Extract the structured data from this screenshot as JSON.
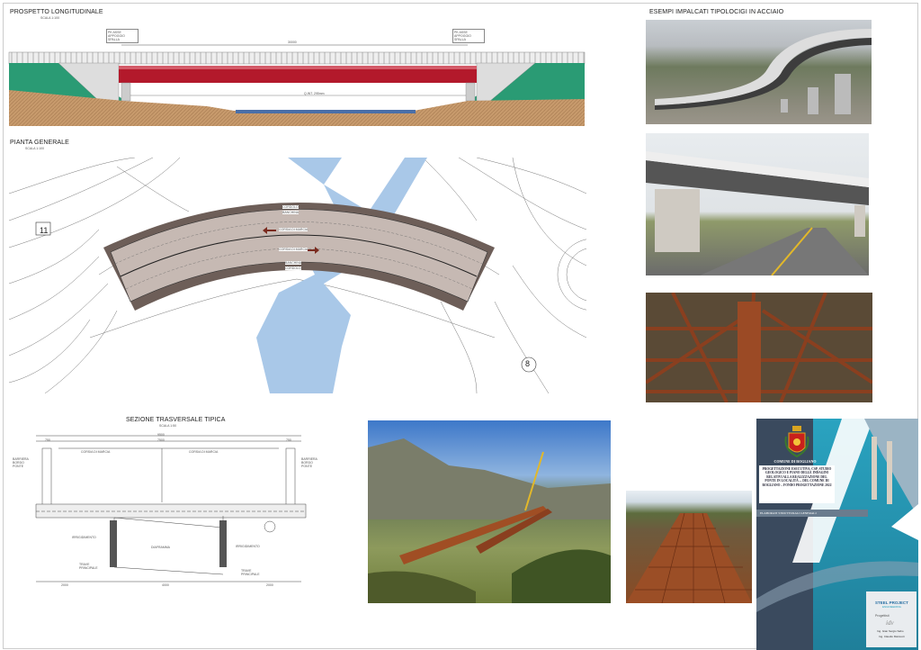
{
  "prospetto": {
    "title": "PROSPETTO LONGITUDINALE",
    "scale": "SCALA 1:100",
    "span_label": "30000",
    "left_tag": "PK ASSE APPOGGIO SPALLA",
    "right_tag": "PK ASSE APPOGGIO SPALLA",
    "clearance": "Q.INT. 295mm"
  },
  "pianta": {
    "title": "PIANTA GENERALE",
    "scale": "SCALA 1:100",
    "section_left": "11",
    "section_right": "8",
    "lane_1": "CORSIA DI MARCIA",
    "lane_2": "CORSIA DI MARCIA",
    "curb_top": "CORDOLO",
    "curb_bottom": "CORDOLO",
    "shoulder_top": "BANCHINA",
    "shoulder_bottom": "BANCHINA"
  },
  "sezione": {
    "title": "SEZIONE TRASVERSALE TIPICA",
    "scale": "SCALA 1:50",
    "total_width": "9500",
    "inner_width": "7500",
    "side_left": "750",
    "side_right": "750",
    "lane_left": "CORSIA DI MARCIA",
    "lane_right": "CORSIA DI MARCIA",
    "barrier_left": "BARRIERA BORDO PONTE",
    "barrier_right": "BARRIERA BORDO PONTE",
    "diaphragm": "DIAFRAMMA",
    "bracing_left": "IRRIGIDIMENTO",
    "bracing_right": "IRRIGIDIMENTO",
    "beam_left": "TRAVE PRINCIPALE",
    "beam_right": "TRAVE PRINCIPALE",
    "bottom_left": "2000",
    "bottom_mid": "4000",
    "bottom_right": "2000"
  },
  "examples": {
    "title": "ESEMPI IMPALCATI TIPOLOCIGI IN ACCIAIO"
  },
  "cover": {
    "municipality": "COMUNE DI ROGLIANO",
    "project_title": "PROGETTAZIONE ESECUTIVA, CSP, STUDIO GEOLOGICO E PIANO DELLE INDAGINI RELATIVI ALLA REALIZZAZIONE DEL PONTE IN LOCALITÀ ... DEL COMUNE DI ROGLIANO – FONDO PROGETTAZIONE 2022",
    "subtitle": "ELABORATI STRUTTURALI GENERALI",
    "company": "STEEL PROJECT",
    "company_sub": "ENGINEERING",
    "role": "Progettisti",
    "eng1": "Ing. Gian Sergio Sabo",
    "eng2": "Ing. Claudio Marcucci"
  },
  "colors": {
    "beam_red": "#b3192b",
    "embankment_green": "#2a9b74",
    "soil": "#c79a6c",
    "water": "#a9c8e8",
    "deck": "#c6b9b3",
    "rust": "#8a3f1f",
    "cover_dark": "#3a4a5e",
    "cover_teal": "#2aa3c0"
  }
}
